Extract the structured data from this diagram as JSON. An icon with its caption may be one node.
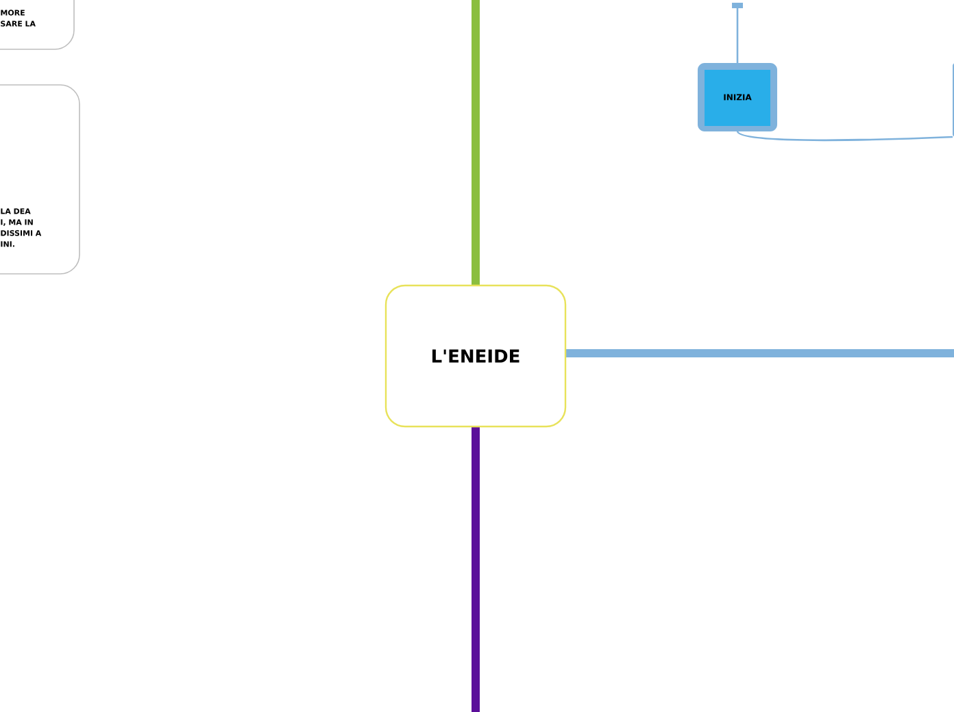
{
  "diagram": {
    "nodes": [
      {
        "text": [
          "L'ENEIDE"
        ]
      },
      {
        "text": [
          "MORE SARE LA"
        ]
      },
      {
        "text": [
          "LA DEA I, MA IN DISSIMI A INI."
        ]
      },
      {
        "text": [
          "INIZIA"
        ]
      },
      {
        "text": [],
        "shape": "box"
      }
    ],
    "edges": [
      {
        "from": 0,
        "to": null,
        "arrow": "none",
        "color": "#8bbe3f"
      },
      {
        "from": 0,
        "to": null,
        "arrow": "none",
        "color": "#5b0f9a"
      },
      {
        "from": 0,
        "to": null,
        "arrow": "none",
        "color": "#7fb2dc"
      },
      {
        "from": null,
        "to": 3,
        "arrow": "other",
        "color": "#7fb2dc"
      },
      {
        "from": 3,
        "to": 4,
        "arrow": "none",
        "color": "#7fb2dc"
      }
    ]
  }
}
